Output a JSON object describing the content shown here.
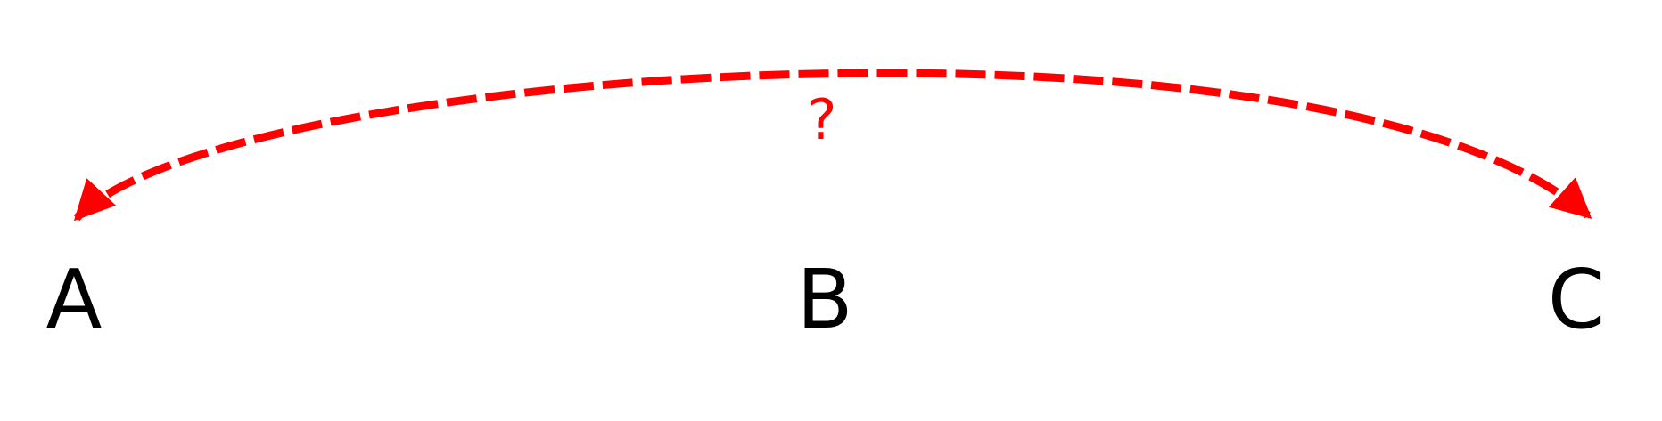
{
  "diagram": {
    "nodes": [
      {
        "id": "A",
        "label": "A"
      },
      {
        "id": "B",
        "label": "B"
      },
      {
        "id": "C",
        "label": "C"
      }
    ],
    "connector": {
      "from": "A",
      "to": "C",
      "bidirectional": true,
      "style": "dashed",
      "label": "?"
    }
  },
  "colors": {
    "connector": "#ff0000",
    "text": "#000000",
    "background": "#ffffff"
  }
}
